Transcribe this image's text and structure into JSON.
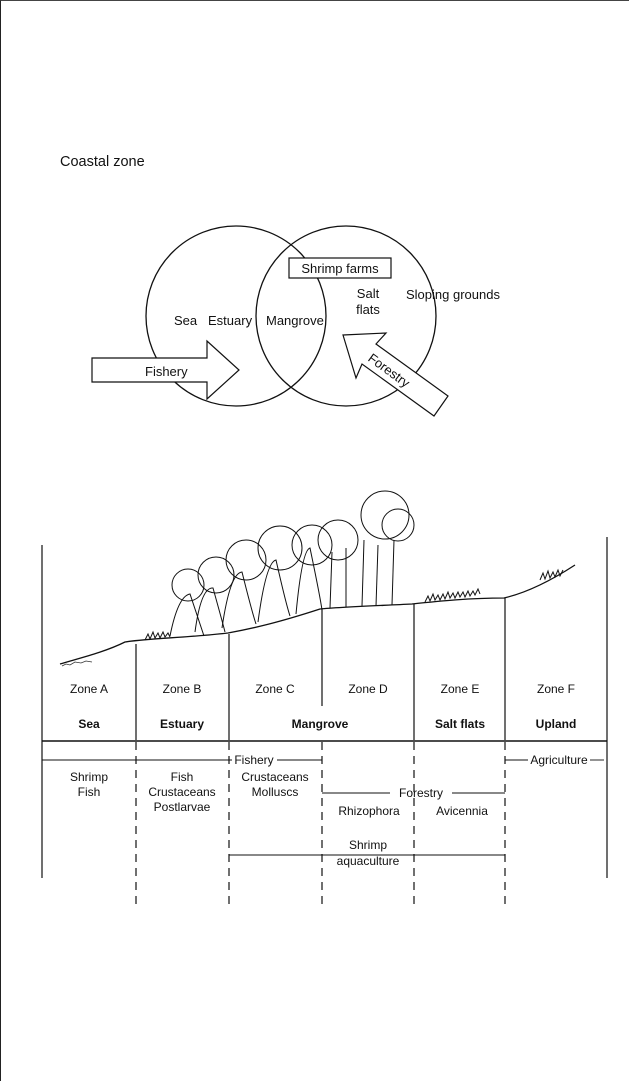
{
  "title": "Coastal zone",
  "venn": {
    "sea": "Sea",
    "estuary": "Estuary",
    "mangrove": "Mangrove",
    "shrimp_farms": "Shrimp farms",
    "salt": "Salt",
    "flats": "flats",
    "sloping": "Sloping grounds",
    "fishery": "Fishery",
    "forestry": "Forestry"
  },
  "zones": [
    {
      "zone": "Zone A",
      "name": "Sea"
    },
    {
      "zone": "Zone B",
      "name": "Estuary"
    },
    {
      "zone": "Zone C",
      "name": ""
    },
    {
      "zone": "Zone D",
      "name": "Mangrove"
    },
    {
      "zone": "Zone E",
      "name": "Salt flats"
    },
    {
      "zone": "Zone F",
      "name": "Upland"
    }
  ],
  "activities": {
    "fishery": "Fishery",
    "agriculture": "Agriculture",
    "forestry": "Forestry",
    "a1": "Shrimp",
    "a2": "Fish",
    "b1": "Fish",
    "b2": "Crustaceans",
    "b3": "Postlarvae",
    "c1": "Crustaceans",
    "c2": "Molluscs",
    "rhizophora": "Rhizophora",
    "avicennia": "Avicennia",
    "shrimp": "Shrimp",
    "aquaculture": "aquaculture"
  }
}
